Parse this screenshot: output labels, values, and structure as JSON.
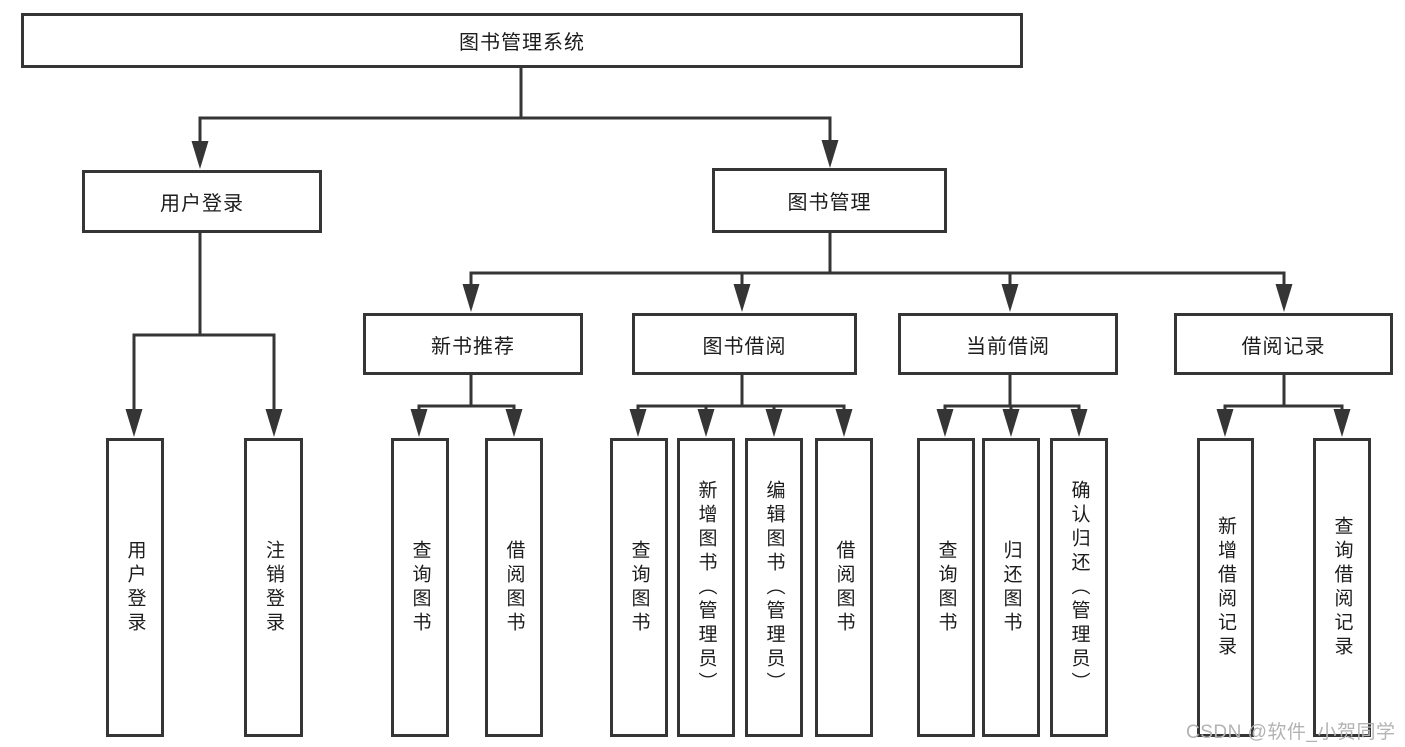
{
  "diagram": {
    "root": "图书管理系统",
    "branches": [
      {
        "label": "用户登录",
        "children": [
          "用户登录",
          "注销登录"
        ]
      },
      {
        "label": "图书管理",
        "groups": [
          {
            "label": "新书推荐",
            "children": [
              "查询图书",
              "借阅图书"
            ]
          },
          {
            "label": "图书借阅",
            "children": [
              "查询图书",
              "新增图书（管理员）",
              "编辑图书（管理员）",
              "借阅图书"
            ]
          },
          {
            "label": "当前借阅",
            "children": [
              "查询图书",
              "归还图书",
              "确认归还（管理员）"
            ]
          },
          {
            "label": "借阅记录",
            "children": [
              "新增借阅记录",
              "查询借阅记录"
            ]
          }
        ]
      }
    ]
  },
  "watermark": "CSDN @软件_小贺同学",
  "colors": {
    "line": "#353535",
    "text": "#1c1c1c",
    "watermark": "#b3b3b3",
    "background": "#ffffff"
  }
}
